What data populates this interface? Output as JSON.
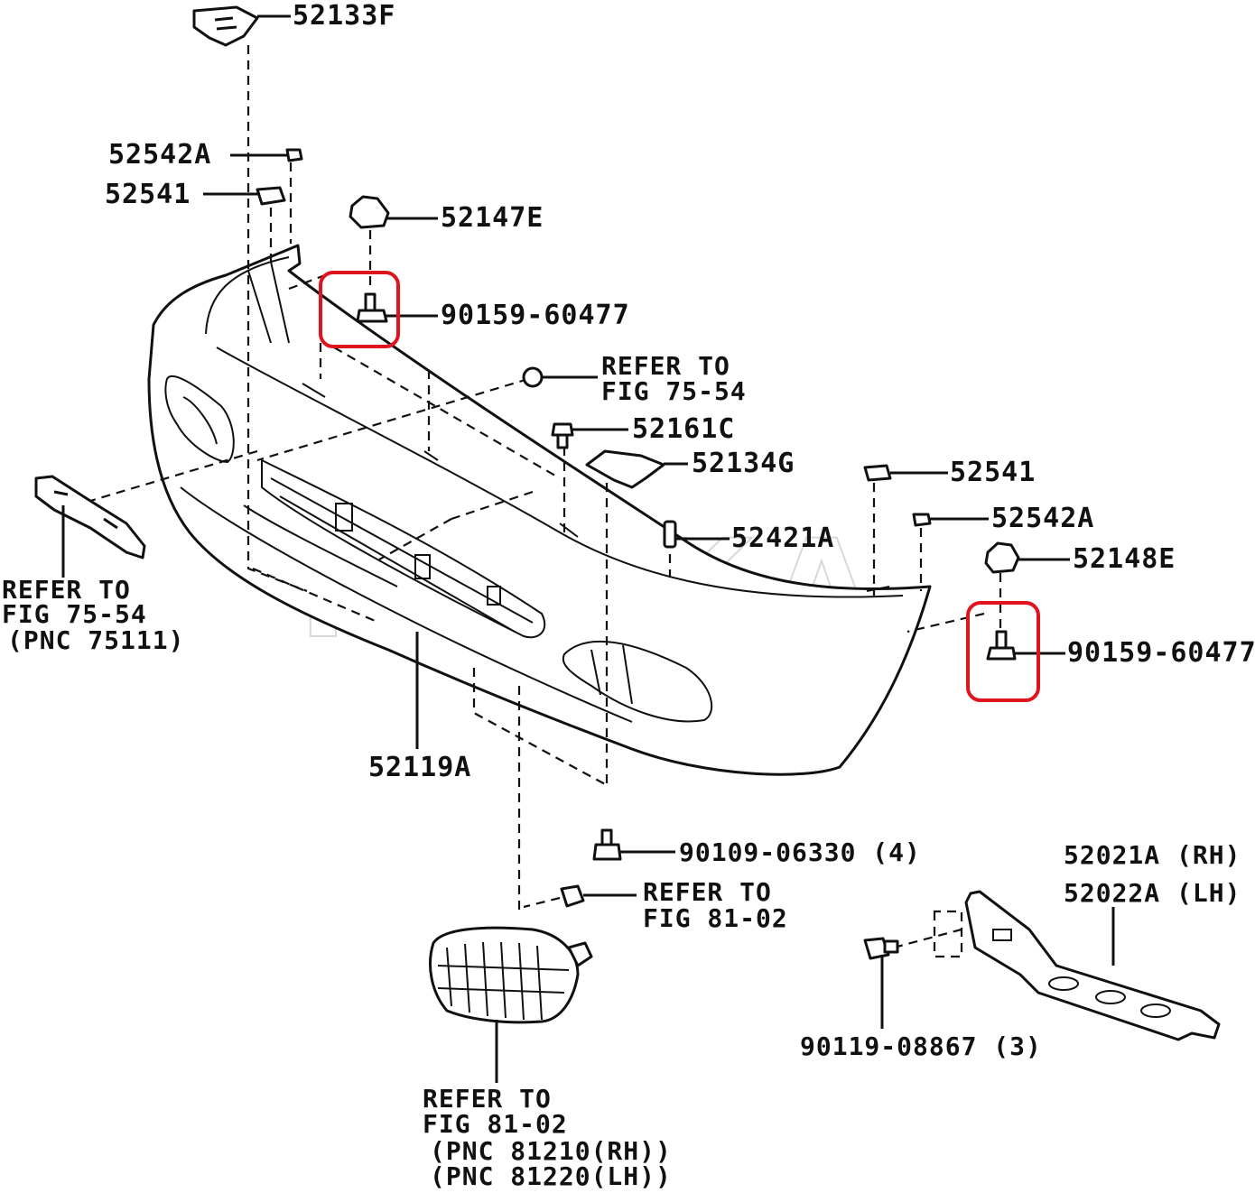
{
  "watermark": "REXKA",
  "colors": {
    "line": "#111111",
    "highlight": "#e0141e",
    "background": "#ffffff"
  },
  "labels": {
    "p52133F": "52133F",
    "p52542A_left": "52542A",
    "p52541_left": "52541",
    "p52147E": "52147E",
    "p90159_top": "90159-60477",
    "refer_75_54_top_1": "REFER TO",
    "refer_75_54_top_2": "FIG 75-54",
    "p52161C": "52161C",
    "p52134G": "52134G",
    "p52541_right": "52541",
    "p52542A_right": "52542A",
    "p52421A": "52421A",
    "p52148E": "52148E",
    "p90159_right": "90159-60477",
    "refer_left_1": "REFER TO",
    "refer_left_2": "FIG 75-54",
    "refer_left_3": "(PNC 75111)",
    "p52119A": "52119A",
    "p90109": "90109-06330 (4)",
    "refer_81_02_mid_1": "REFER TO",
    "refer_81_02_mid_2": "FIG 81-02",
    "p52021A": "52021A (RH)",
    "p52022A": "52022A (LH)",
    "p90119": "90119-08867 (3)",
    "refer_bottom_1": "REFER TO",
    "refer_bottom_2": "FIG 81-02",
    "refer_bottom_3": "(PNC 81210(RH))",
    "refer_bottom_4": "(PNC 81220(LH))"
  }
}
